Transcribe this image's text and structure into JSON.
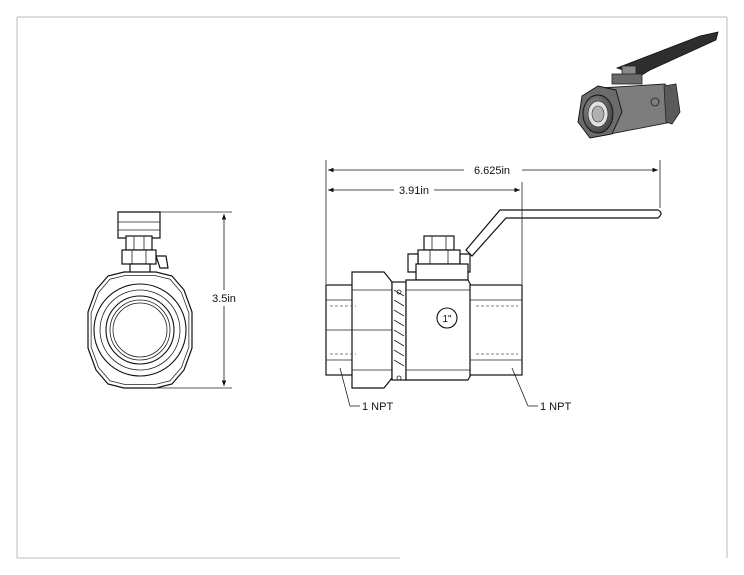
{
  "drawing": {
    "dimensions": {
      "overall_length": "6.625in",
      "half_length": "3.91in",
      "height": "3.5in"
    },
    "callouts": {
      "left_port": "1 NPT",
      "right_port": "1 NPT"
    },
    "body_marking": "1\""
  }
}
